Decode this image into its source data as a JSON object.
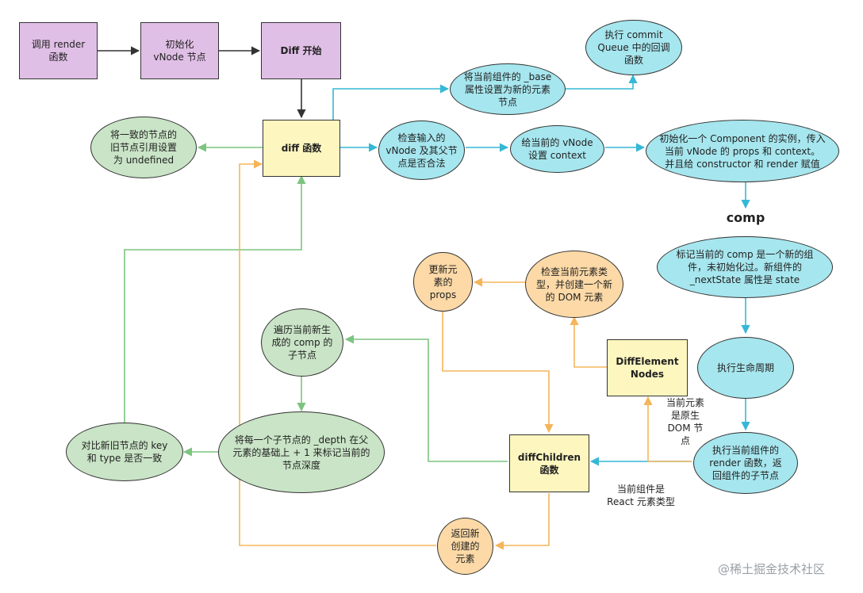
{
  "colors": {
    "purple": "#e0bfe6",
    "yellow": "#fdf7bf",
    "cyan": "#a6e6ee",
    "green": "#c9e4c6",
    "orange": "#fcd9a6",
    "edge_black": "#333333",
    "edge_cyan": "#35b8d6",
    "edge_green": "#7cc47f",
    "edge_orange": "#f5b55a"
  },
  "nodes": {
    "call_render": "调用 render\n函数",
    "init_vnode": "初始化\nvNode 节点",
    "diff_start": "Diff 开始",
    "diff_fn": "diff 函数",
    "set_old_undefined": "将一致的节点的\n旧节点引用设置\n为 undefined",
    "check_vnode": "检查输入的\nvNode 及其父节\n点是否合法",
    "set_context": "给当前的 vNode\n设置 context",
    "init_component": "初始化一个 Component 的实例，传入\n当前 vNode 的 props 和 context。\n并且给 constructor 和 render 赋值",
    "set_base": "将当前组件的 _base\n属性设置为新的元素\n节点",
    "commit_queue": "执行 commit\nQueue 中的回调\n函数",
    "comp_label": "comp",
    "mark_comp": "标记当前的 comp 是一个新的组\n件，未初始化过。新组件的\n_nextState 属性是 state",
    "lifecycle": "执行生命周期",
    "exec_render": "执行当前组件的\nrender 函数，返\n回组件的子节点",
    "diff_element_nodes": "DiffElement\nNodes",
    "check_element_type": "检查当前元素类\n型，并创建一个新\n的 DOM 元素",
    "update_props": "更新元\n素的\nprops",
    "traverse_children": "遍历当前新生\n成的 comp 的\n子节点",
    "set_depth": "将每一个子节点的 _depth 在父\n元素的基础上 + 1 来标记当前的\n节点深度",
    "compare_key": "对比新旧节点的 key\n和 type 是否一致",
    "diff_children": "diffChildren\n函数",
    "return_element": "返回新\n创建的\n元素"
  },
  "edge_labels": {
    "native_dom": "当前元素\n是原生\nDOM 节\n点",
    "react_type": "当前组件是\nReact 元素类型"
  },
  "watermark": "@稀土掘金技术社区"
}
